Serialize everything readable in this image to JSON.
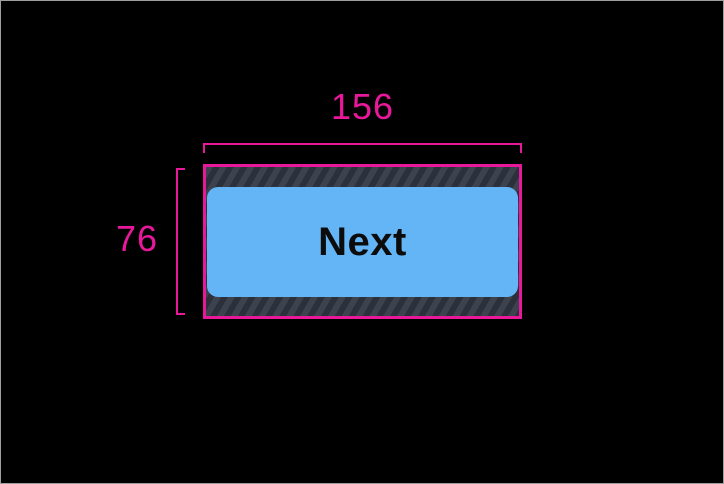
{
  "canvas": {
    "background": "#000000",
    "border_color": "#9e9e9e"
  },
  "measurements": {
    "accent_color": "#E8189B",
    "width": {
      "label": "156"
    },
    "height": {
      "label": "76"
    }
  },
  "button": {
    "label": "Next",
    "fill": "#64B5F6",
    "text_color": "#0c0c0c",
    "padding_hatch": {
      "base": "#3D434E",
      "stripe": "#2B303A"
    }
  }
}
